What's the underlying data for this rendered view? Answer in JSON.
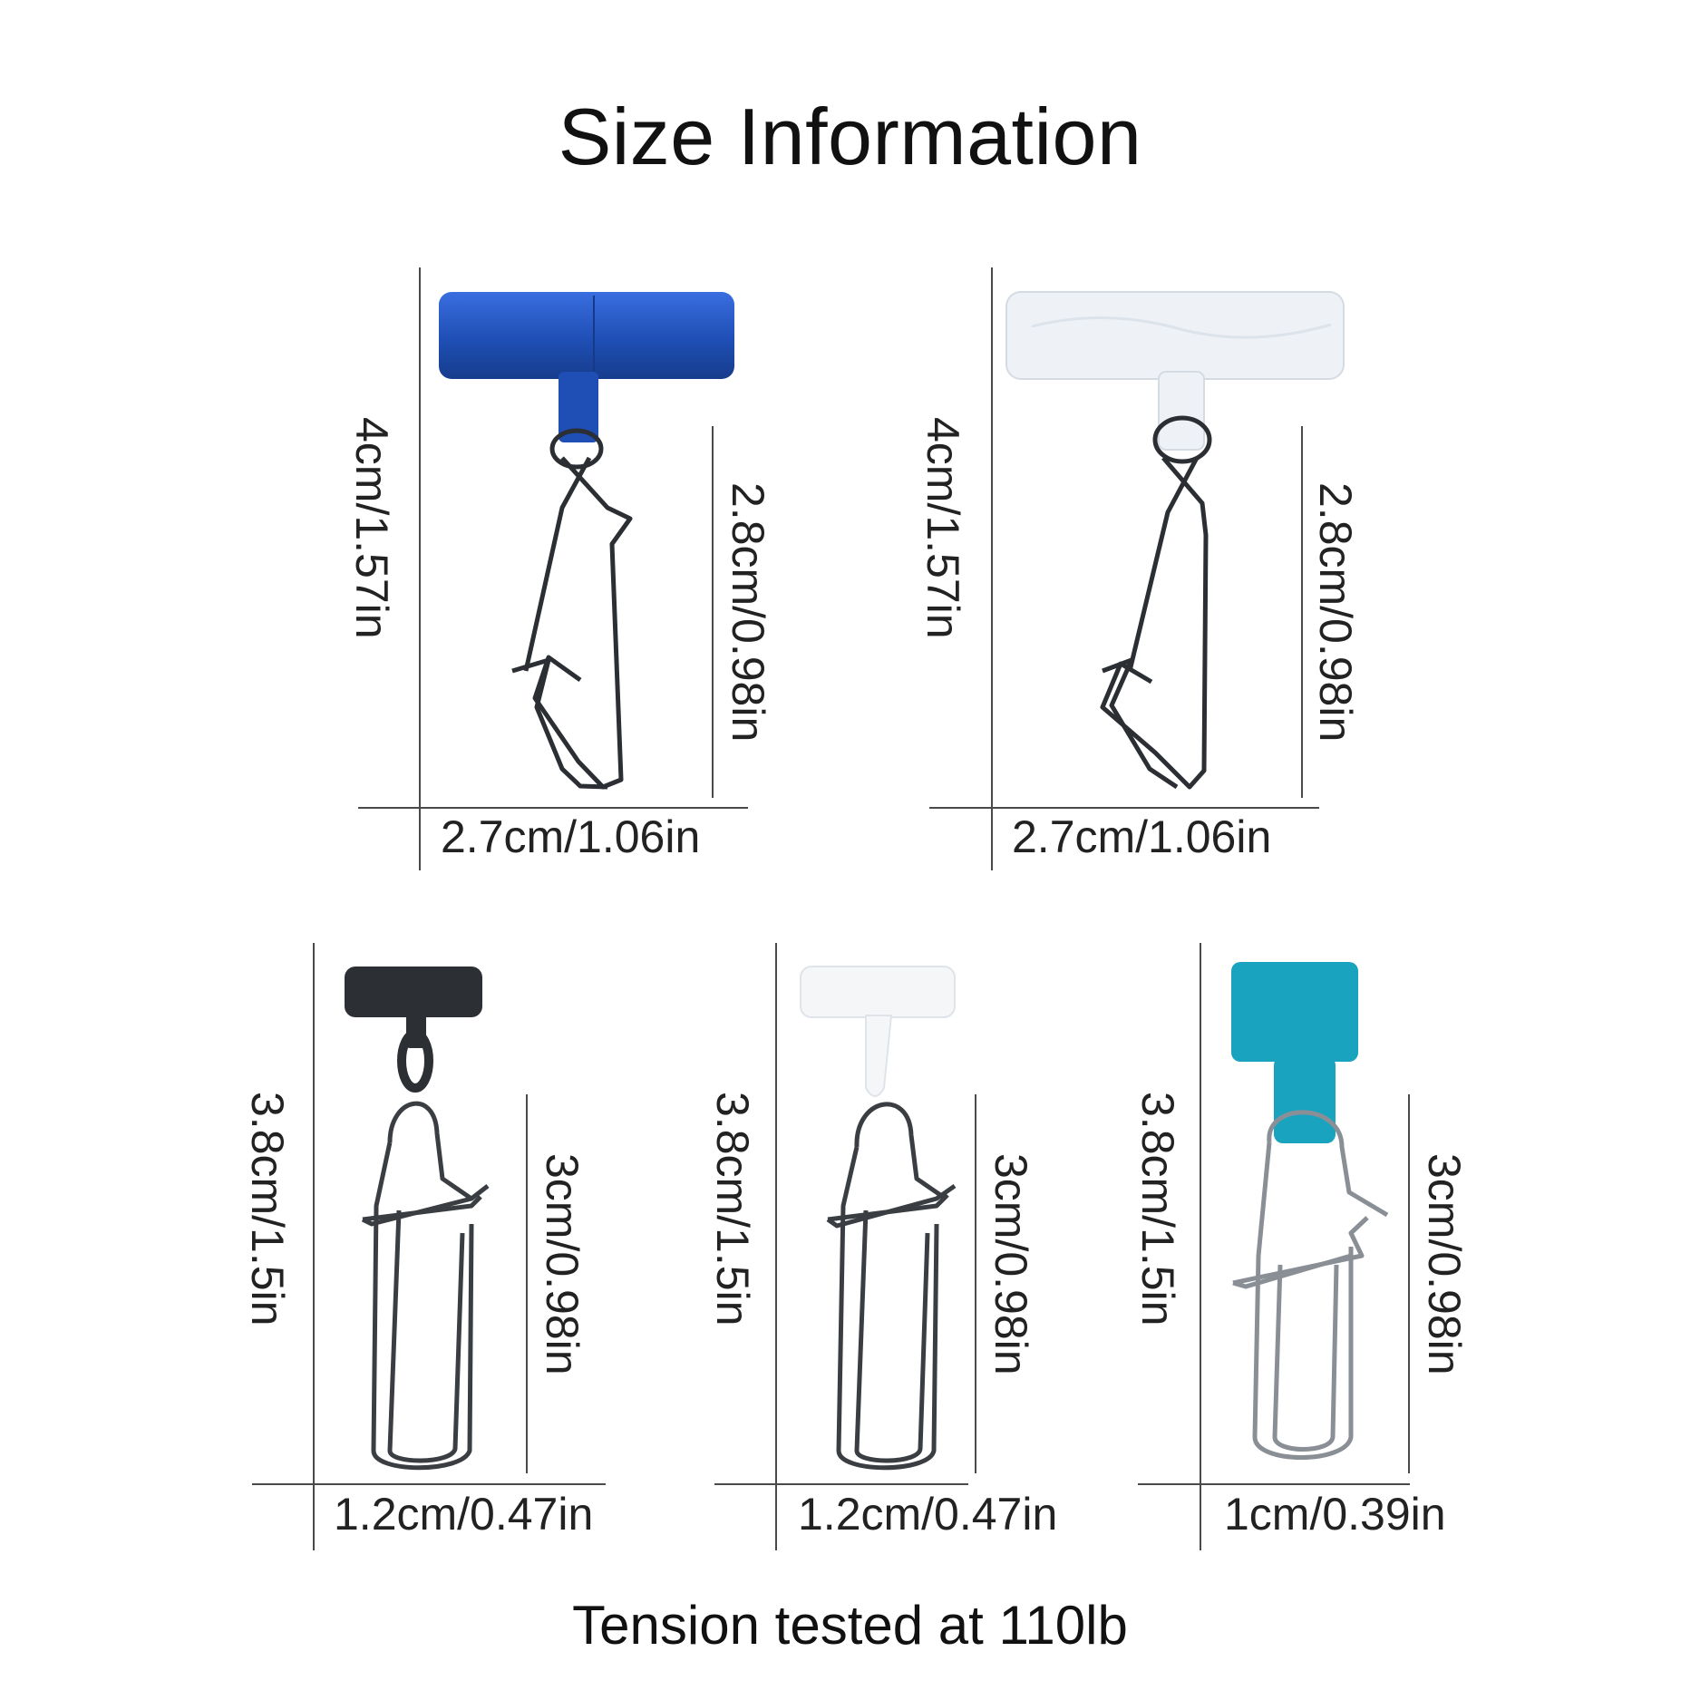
{
  "title": "Size Information",
  "footer": "Tension tested at 110lb",
  "items": [
    {
      "name": "blue-t-snap",
      "color": "#1f4fb5",
      "total_height": "4cm/1.57in",
      "snap_height": "2.8cm/0.98in",
      "width": "2.7cm/1.06in"
    },
    {
      "name": "clear-t-snap",
      "color": "#eef2f6",
      "total_height": "4cm/1.57in",
      "snap_height": "2.8cm/0.98in",
      "width": "2.7cm/1.06in"
    },
    {
      "name": "black-sinker-slide",
      "color": "#2c2f33",
      "total_height": "3.8cm/1.5in",
      "snap_height": "3cm/0.98in",
      "width": "1.2cm/0.47in"
    },
    {
      "name": "white-sinker-slide",
      "color": "#f4f6f8",
      "total_height": "3.8cm/1.5in",
      "snap_height": "3cm/0.98in",
      "width": "1.2cm/0.47in"
    },
    {
      "name": "teal-sinker-slide",
      "color": "#1aa3bf",
      "total_height": "3.8cm/1.5in",
      "snap_height": "3cm/0.98in",
      "width": "1cm/0.39in"
    }
  ]
}
